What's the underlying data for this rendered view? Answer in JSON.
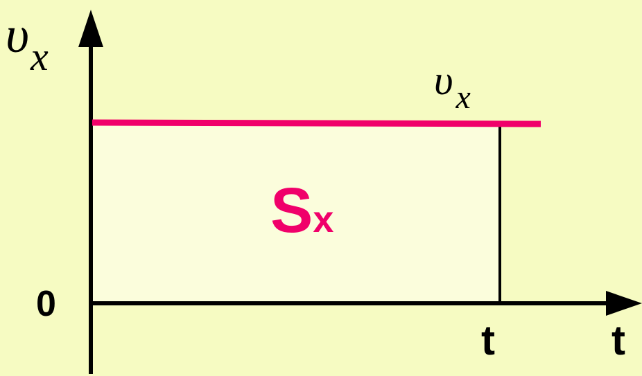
{
  "diagram": {
    "y_axis": {
      "symbol": "υ",
      "subscript": "x"
    },
    "x_axis": {
      "symbol": "t"
    },
    "origin_label": "0",
    "line_label": {
      "symbol": "υ",
      "subscript": "x"
    },
    "time_marker_label": "t",
    "area_label": {
      "symbol": "S",
      "subscript": "x"
    },
    "colors": {
      "background": "#f6fbc2",
      "area_fill": "#fbfddc",
      "velocity_line": "#f0006a",
      "axes": "#000000",
      "area_label": "#f0006a"
    }
  }
}
